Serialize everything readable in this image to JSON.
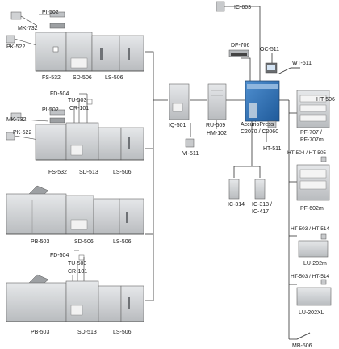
{
  "labels": {
    "pi502_a": "PI-502",
    "mk732_a": "MK-732",
    "pk522_a": "PK-522",
    "fs532_a": "FS-532",
    "sd506_a": "SD-506",
    "ls506_a": "LS-506",
    "fd504_b": "FD-504",
    "tu503_b": "TU-503",
    "cr101_b": "CR-101",
    "pi502_b": "PI-502",
    "mk732_b": "MK-732",
    "pk522_b": "PK-522",
    "fs532_b": "FS-532",
    "sd513_b": "SD-513",
    "ls506_b": "LS-506",
    "pb503_c": "PB-503",
    "sd506_c": "SD-506",
    "ls506_c": "LS-506",
    "fd504_d": "FD-504",
    "tu503_d": "TU-503",
    "cr101_d": "CR-101",
    "pb503_d": "PB-503",
    "sd513_d": "SD-513",
    "ls506_d": "LS-506",
    "ic603": "IC-603",
    "df706": "DF-706",
    "oc511": "OC-511",
    "wt511": "WT-511",
    "iq501": "IQ-501",
    "vi511": "VI-511",
    "ru509": "RU-509",
    "hm102": "HM-102",
    "press_1": "AccurioPress",
    "press_2": "C2070 / C2060",
    "ht511": "HT-511",
    "ic314": "IC-314",
    "ic313_1": "IC-313 /",
    "ic313_2": "IC-417",
    "ht506": "HT-506",
    "pf707_1": "PF-707 /",
    "pf707_2": "PF-707m",
    "ht504": "HT-504 / HT-505",
    "pf602m": "PF-602m",
    "ht503_a": "HT-503 / HT-514",
    "lu202m": "LU-202m",
    "ht503_b": "HT-503 / HT-514",
    "lu202xl": "LU-202XL",
    "mb506": "MB-506"
  },
  "colors": {
    "device_gray": "#c8cacc",
    "device_dark": "#8e9194",
    "device_light": "#e3e5e7",
    "line": "#333333",
    "press_blue": "#2b6bb0"
  }
}
